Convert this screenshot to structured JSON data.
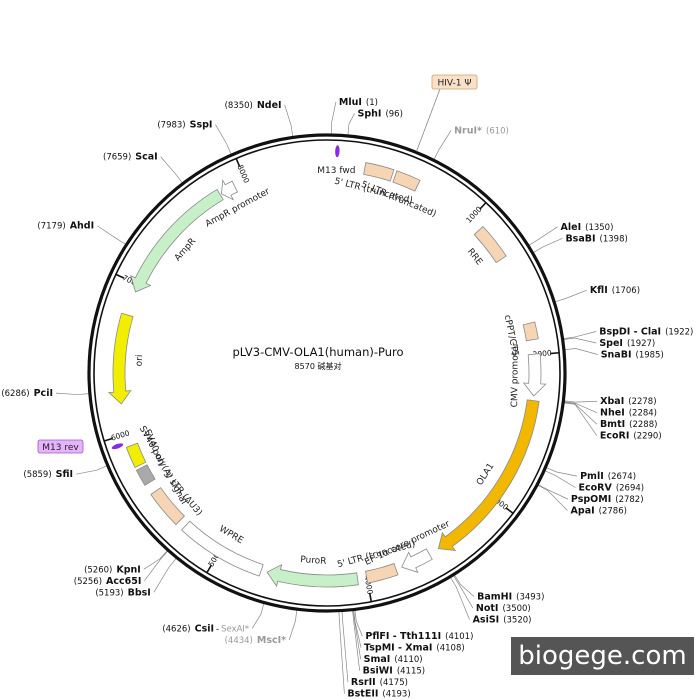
{
  "plasmid": {
    "name": "pLV3-CMV-OLA1(human)-Puro",
    "size_text": "8570 碱基对",
    "length": 8570
  },
  "ticks": [
    {
      "pos": 1000,
      "label": "1000"
    },
    {
      "pos": 2000,
      "label": "2000"
    },
    {
      "pos": 3000,
      "label": "3000"
    },
    {
      "pos": 4000,
      "label": "4000"
    },
    {
      "pos": 5000,
      "label": "5000"
    },
    {
      "pos": 6000,
      "label": "6000"
    },
    {
      "pos": 7000,
      "label": "7000"
    },
    {
      "pos": 8000,
      "label": "8000"
    }
  ],
  "sites": [
    {
      "name": "MluI",
      "pos_text": "(1)",
      "pos": 1
    },
    {
      "name": "SphI",
      "pos_text": "(96)",
      "pos": 96
    },
    {
      "name": "NruI*",
      "pos_text": "(610)",
      "pos": 610,
      "grey": true
    },
    {
      "name": "AleI",
      "pos_text": "(1350)",
      "pos": 1350
    },
    {
      "name": "BsaBI",
      "pos_text": "(1398)",
      "pos": 1398
    },
    {
      "name": "KflI",
      "pos_text": "(1706)",
      "pos": 1706
    },
    {
      "name": "BspDI - ClaI",
      "pos_text": "(1922)",
      "pos": 1922
    },
    {
      "name": "SpeI",
      "pos_text": "(1927)",
      "pos": 1927
    },
    {
      "name": "SnaBI",
      "pos_text": "(1985)",
      "pos": 1985
    },
    {
      "name": "XbaI",
      "pos_text": "(2278)",
      "pos": 2278
    },
    {
      "name": "NheI",
      "pos_text": "(2284)",
      "pos": 2284
    },
    {
      "name": "BmtI",
      "pos_text": "(2288)",
      "pos": 2288
    },
    {
      "name": "EcoRI",
      "pos_text": "(2290)",
      "pos": 2290
    },
    {
      "name": "PmlI",
      "pos_text": "(2674)",
      "pos": 2674
    },
    {
      "name": "EcoRV",
      "pos_text": "(2694)",
      "pos": 2694
    },
    {
      "name": "PspOMI",
      "pos_text": "(2782)",
      "pos": 2782
    },
    {
      "name": "ApaI",
      "pos_text": "(2786)",
      "pos": 2786
    },
    {
      "name": "BamHI",
      "pos_text": "(3493)",
      "pos": 3493
    },
    {
      "name": "NotI",
      "pos_text": "(3500)",
      "pos": 3500
    },
    {
      "name": "AsiSI",
      "pos_text": "(3520)",
      "pos": 3520
    },
    {
      "name": "PflFI - Tth111I",
      "pos_text": "(4101)",
      "pos": 4101
    },
    {
      "name": "TspMI - XmaI",
      "pos_text": "(4108)",
      "pos": 4108
    },
    {
      "name": "SmaI",
      "pos_text": "(4110)",
      "pos": 4110
    },
    {
      "name": "BsiWI",
      "pos_text": "(4115)",
      "pos": 4115
    },
    {
      "name": "RsrII",
      "pos_text": "(4175)",
      "pos": 4175
    },
    {
      "name": "BstEII",
      "pos_text": "(4193)",
      "pos": 4193
    },
    {
      "name": "MscI*",
      "pos_text": "(4434)",
      "pos": 4434,
      "grey": true
    },
    {
      "name": "CsiI",
      "extra": "SexAI*",
      "pos_text": "(4626)",
      "pos": 4626
    },
    {
      "name": "BbsI",
      "pos_text": "(5193)",
      "pos": 5193
    },
    {
      "name": "Acc65I",
      "pos_text": "(5256)",
      "pos": 5256
    },
    {
      "name": "KpnI",
      "pos_text": "(5260)",
      "pos": 5260
    },
    {
      "name": "SfiI",
      "pos_text": "(5859)",
      "pos": 5859
    },
    {
      "name": "PciI",
      "pos_text": "(6286)",
      "pos": 6286
    },
    {
      "name": "AhdI",
      "pos_text": "(7179)",
      "pos": 7179
    },
    {
      "name": "ScaI",
      "pos_text": "(7659)",
      "pos": 7659
    },
    {
      "name": "SspI",
      "pos_text": "(7983)",
      "pos": 7983
    },
    {
      "name": "NdeI",
      "pos_text": "(8350)",
      "pos": 8350
    }
  ],
  "features": [
    {
      "name": "5' LTR (truncated)",
      "start": 225,
      "end": 410,
      "kind": "box",
      "color": "#f6d5b5"
    },
    {
      "name": "5' LTR (truncated)",
      "start": 430,
      "end": 590,
      "kind": "box",
      "color": "#f6d5b5"
    },
    {
      "name": "RRE",
      "start": 1090,
      "end": 1330,
      "kind": "box",
      "color": "#f6d5b5"
    },
    {
      "name": "cPPT/CTS",
      "start": 1790,
      "end": 1900,
      "kind": "box",
      "color": "#f6d5b5"
    },
    {
      "name": "CMV promoter",
      "start": 1995,
      "end": 2270,
      "kind": "arrow",
      "dir": 1,
      "color": "#ffffff"
    },
    {
      "name": "OLA1",
      "start": 2300,
      "end": 3490,
      "kind": "arrow",
      "dir": 1,
      "color": "#f2b800"
    },
    {
      "name": "EF-1α core promoter",
      "start": 3560,
      "end": 3760,
      "kind": "arrow",
      "dir": 1,
      "color": "#ffffff"
    },
    {
      "name": "5' LTR (truncated)",
      "start": 3800,
      "end": 4000,
      "kind": "box",
      "color": "#f6d5b5"
    },
    {
      "name": "PuroR",
      "start": 4060,
      "end": 4660,
      "kind": "arrow",
      "dir": 1,
      "color": "#c8f0c8"
    },
    {
      "name": "WPRE",
      "start": 4700,
      "end": 5280,
      "kind": "box",
      "color": "#ffffff"
    },
    {
      "name": "3' LTR (ΔU3)",
      "start": 5330,
      "end": 5580,
      "kind": "box",
      "color": "#f6d5b5"
    },
    {
      "name": "SV40 poly(A) signal",
      "start": 5650,
      "end": 5760,
      "kind": "box",
      "color": "#a9a9a9"
    },
    {
      "name": "SV40 ori",
      "start": 5780,
      "end": 5920,
      "kind": "box",
      "color": "#f2ee00"
    },
    {
      "name": "ori",
      "start": 6200,
      "end": 6790,
      "kind": "arrow",
      "dir": -1,
      "color": "#f2ee00"
    },
    {
      "name": "AmpR",
      "start": 6950,
      "end": 7810,
      "kind": "arrow",
      "dir": -1,
      "color": "#c8f0c8"
    },
    {
      "name": "AmpR promoter",
      "start": 7820,
      "end": 7920,
      "kind": "arrow",
      "dir": -1,
      "color": "#ffffff"
    }
  ],
  "primers": [
    {
      "name": "M13 fwd",
      "pos": 40,
      "tag": false
    },
    {
      "name": "M13 rev",
      "pos": 5945,
      "tag": true
    }
  ],
  "tags": [
    {
      "name": "HIV-1 Ψ",
      "pos": 500
    }
  ],
  "watermark": "biogege.com"
}
